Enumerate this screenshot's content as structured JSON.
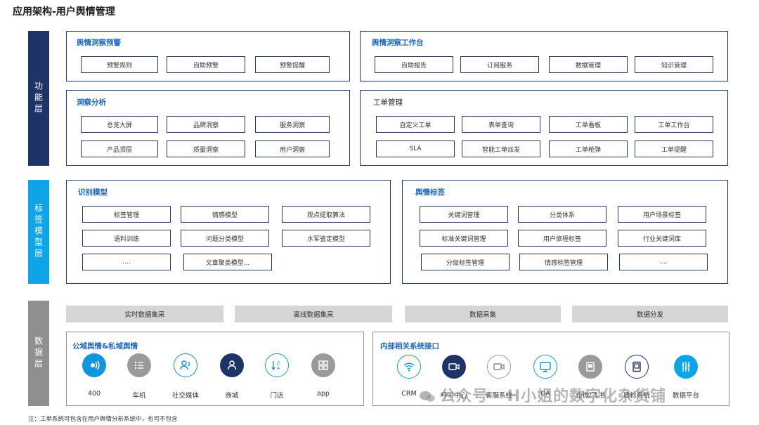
{
  "title": "应用架构-用户舆情管理",
  "layers": {
    "function": "功能层",
    "tag_model": "标签模型层",
    "data": "数据层"
  },
  "colors": {
    "function_layer": "#1e3466",
    "tag_layer": "#0da5e8",
    "data_layer": "#8f8f8f",
    "panel_border": "#1f3b66",
    "accent_title": "#1b67c7"
  },
  "panels": {
    "alert": {
      "title": "舆情洞察预警",
      "items": [
        "预警规则",
        "自助预警",
        "预警提醒"
      ]
    },
    "workbench": {
      "title": "舆情洞察工作台",
      "items": [
        "自助报告",
        "订阅服务",
        "数据管理",
        "知识管理"
      ]
    },
    "analysis": {
      "title": "洞察分析",
      "items": [
        "总览大屏",
        "品牌洞察",
        "服务洞察",
        "产品顶层",
        "质量洞察",
        "用户洞察"
      ]
    },
    "ticket": {
      "title": "工单管理",
      "items": [
        "自定义工单",
        "表单查询",
        "工单看板",
        "工单工作台",
        "SLA",
        "智能工单派发",
        "工单枪弹",
        "工单提醒"
      ]
    },
    "recognition": {
      "title": "识别模型",
      "items": [
        "标签管理",
        "情感模型",
        "观点提取算法",
        "语料训练",
        "问题分类模型",
        "水军鉴定模型",
        "....",
        "文章聚类模型..."
      ]
    },
    "sentiment_tags": {
      "title": "舆情标签",
      "items": [
        "关键词管理",
        "分类体系",
        "用户场景标签",
        "标准关键词管理",
        "用户旅程标签",
        "行业关键词库",
        "分级标签管理",
        "情感标签管理",
        "...."
      ]
    },
    "data_bars": [
      "实时数据集采",
      "离线数据集采",
      "数据采集",
      "数据分发"
    ],
    "public_private": {
      "title": "公域舆情&私域舆情",
      "icons": [
        {
          "label": "400",
          "icon": "radio-waves-icon"
        },
        {
          "label": "车机",
          "icon": "list-icon"
        },
        {
          "label": "社交媒体",
          "icon": "users-icon"
        },
        {
          "label": "商城",
          "icon": "user-icon"
        },
        {
          "label": "门店",
          "icon": "sort-az-icon"
        },
        {
          "label": "app",
          "icon": "grid-icon"
        }
      ]
    },
    "internal": {
      "title": "内部相关系统接口",
      "icons": [
        {
          "label": "CRM",
          "icon": "wifi-icon"
        },
        {
          "label": "呼叫中心",
          "icon": "video-icon"
        },
        {
          "label": "客服系统",
          "icon": "camera-icon"
        },
        {
          "label": "OA",
          "icon": "monitor-icon"
        },
        {
          "label": "企微/飞书",
          "icon": "document-icon"
        },
        {
          "label": "质检系统",
          "icon": "tablet-icon"
        },
        {
          "label": "数据平台",
          "icon": "sliders-icon"
        }
      ]
    }
  },
  "watermark": "公众号 · H小姐的数字化杂货铺",
  "footnote": "注：工单系统可包含在用户舆情分析系统中，也可不包含"
}
